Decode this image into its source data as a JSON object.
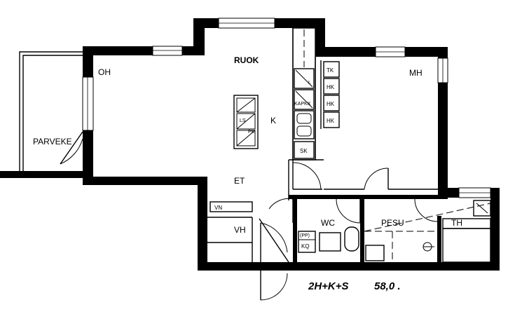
{
  "rooms": {
    "ruok": "RUOK",
    "oh": "OH",
    "mh": "MH",
    "k": "K",
    "et": "ET",
    "parveke": "PARVEKE",
    "vh": "VH",
    "wc": "WC",
    "pesu": "PESU",
    "th": "TH"
  },
  "fixtures": {
    "tk": "TK",
    "hk1": "HK",
    "hk2": "HK",
    "hk3": "HK",
    "kapkx": "KAPKX",
    "sk": "SK",
    "vn": "VN",
    "pp": "(PP)",
    "kq": "KQ",
    "l": "L",
    "pk": "PK",
    "ls": "LS"
  },
  "caption": {
    "type": "2H+K+S",
    "area": "58,0 ."
  }
}
